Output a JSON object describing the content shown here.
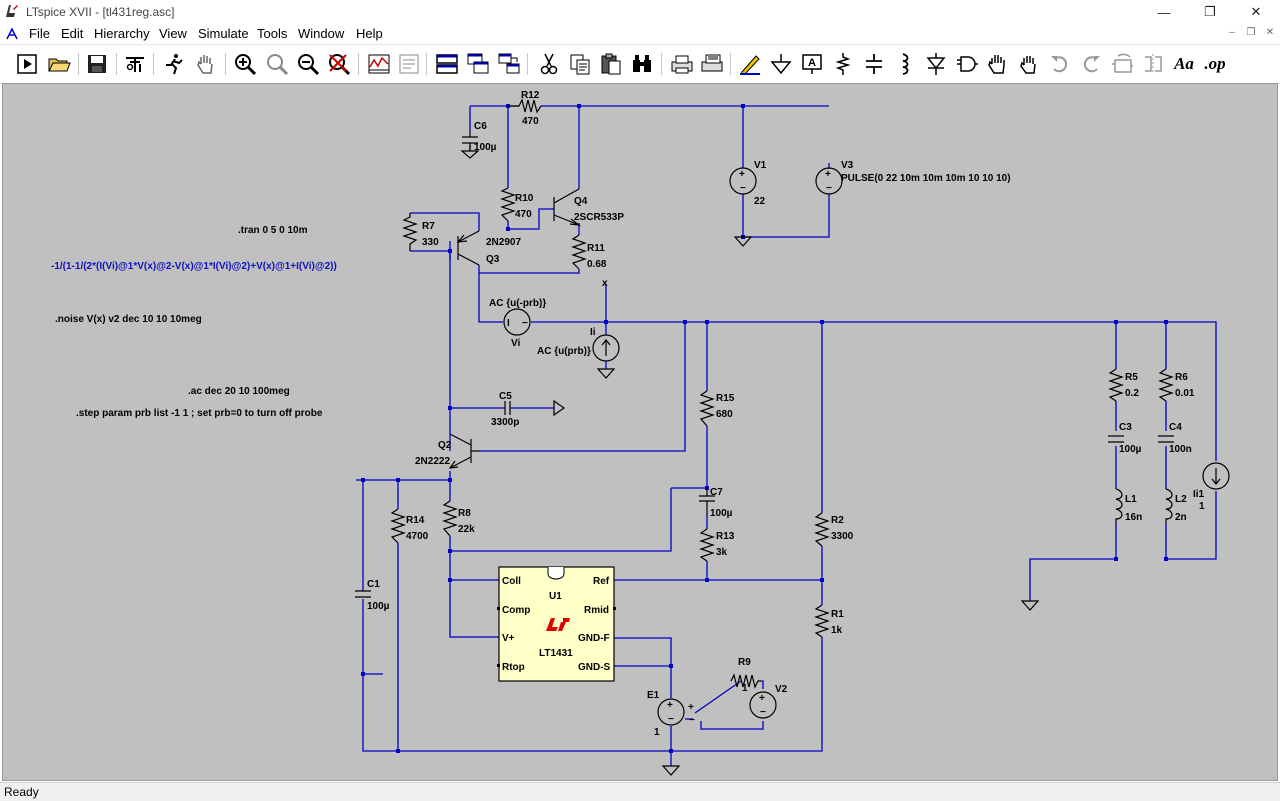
{
  "window": {
    "title": "LTspice XVII - [tl431reg.asc]",
    "minimize": "—",
    "maximize": "❐",
    "close": "✕"
  },
  "menu": {
    "items": [
      "File",
      "Edit",
      "Hierarchy",
      "View",
      "Simulate",
      "Tools",
      "Window",
      "Help"
    ],
    "mdi_controls": [
      "–",
      "❐",
      "✕"
    ]
  },
  "toolbar": {
    "buttons": [
      "run-icon",
      "open-icon",
      "save-icon",
      "control-panel-icon",
      "run-probe-icon",
      "pan-icon",
      "zoom-in-icon",
      "zoom-fit-icon",
      "zoom-out-icon",
      "zoom-cancel-icon",
      "waveform-icon",
      "spice-netlist-icon",
      "tile-horiz-icon",
      "cascade-icon",
      "tile-vert-icon",
      "cut-icon",
      "copy-icon",
      "paste-icon",
      "find-icon",
      "print-icon",
      "print-setup-icon",
      "draw-wire-icon",
      "ground-icon",
      "label-net-icon",
      "resistor-icon",
      "capacitor-icon",
      "inductor-icon",
      "diode-icon",
      "component-icon",
      "move-icon",
      "drag-icon",
      "undo-icon",
      "redo-icon",
      "rotate-icon",
      "mirror-icon",
      "text-icon",
      "spice-directive-icon"
    ],
    "text_label": "Aa",
    "op_label": ".op"
  },
  "schematic": {
    "directives": {
      "tran": ".tran 0 5 0 10m",
      "tian": "-1/(1-1/(2*(I(Vi)@1*V(x)@2-V(x)@1*I(Vi)@2)+V(x)@1+I(Vi)@2))",
      "noise": ".noise V(x) v2 dec 10 10 10meg",
      "ac": ".ac dec 20 10 100meg",
      "step": ".step param prb list -1 1 ; set prb=0 to turn off probe"
    },
    "components": {
      "R12": {
        "name": "R12",
        "value": "470"
      },
      "C6": {
        "name": "C6",
        "value": "100µ"
      },
      "V1": {
        "name": "V1",
        "value": "22"
      },
      "V3": {
        "name": "V3",
        "value": "PULSE(0 22 10m 10m 10m 10 10 10)"
      },
      "R10": {
        "name": "R10",
        "value": "470"
      },
      "Q4": {
        "name": "Q4",
        "value": "2SCR533P"
      },
      "R7": {
        "name": "R7",
        "value": "330"
      },
      "Q3": {
        "name": "Q3",
        "value": "2N2907"
      },
      "R11": {
        "name": "R11",
        "value": "0.68"
      },
      "Vi": {
        "name": "Vi",
        "value": "AC {u(-prb)}"
      },
      "Ii": {
        "name": "Ii",
        "value": "AC {u(prb)}"
      },
      "net_x": "x",
      "R15": {
        "name": "R15",
        "value": "680"
      },
      "C5": {
        "name": "C5",
        "value": "3300p"
      },
      "Q2": {
        "name": "Q2",
        "value": "2N2222"
      },
      "R8": {
        "name": "R8",
        "value": "22k"
      },
      "R14": {
        "name": "R14",
        "value": "4700"
      },
      "C1": {
        "name": "C1",
        "value": "100µ"
      },
      "C7": {
        "name": "C7",
        "value": "100µ"
      },
      "R13": {
        "name": "R13",
        "value": "3k"
      },
      "R2": {
        "name": "R2",
        "value": "3300"
      },
      "R1": {
        "name": "R1",
        "value": "1k"
      },
      "R5": {
        "name": "R5",
        "value": "0.2"
      },
      "R6": {
        "name": "R6",
        "value": "0.01"
      },
      "C3": {
        "name": "C3",
        "value": "100µ"
      },
      "C4": {
        "name": "C4",
        "value": "100n"
      },
      "L1": {
        "name": "L1",
        "value": "16n"
      },
      "L2": {
        "name": "L2",
        "value": "2n"
      },
      "Ii1": {
        "name": "Ii1",
        "value": "1"
      },
      "U1": {
        "name": "U1",
        "value": "LT1431",
        "pins": {
          "coll": "Coll",
          "ref": "Ref",
          "comp": "Comp",
          "rmid": "Rmid",
          "vplus": "V+",
          "gndf": "GND-F",
          "rtop": "Rtop",
          "gnds": "GND-S"
        }
      },
      "R9": {
        "name": "R9",
        "value": "1"
      },
      "V2": {
        "name": "V2"
      },
      "E1": {
        "name": "E1",
        "value": "1"
      }
    }
  },
  "status": {
    "text": "Ready"
  }
}
